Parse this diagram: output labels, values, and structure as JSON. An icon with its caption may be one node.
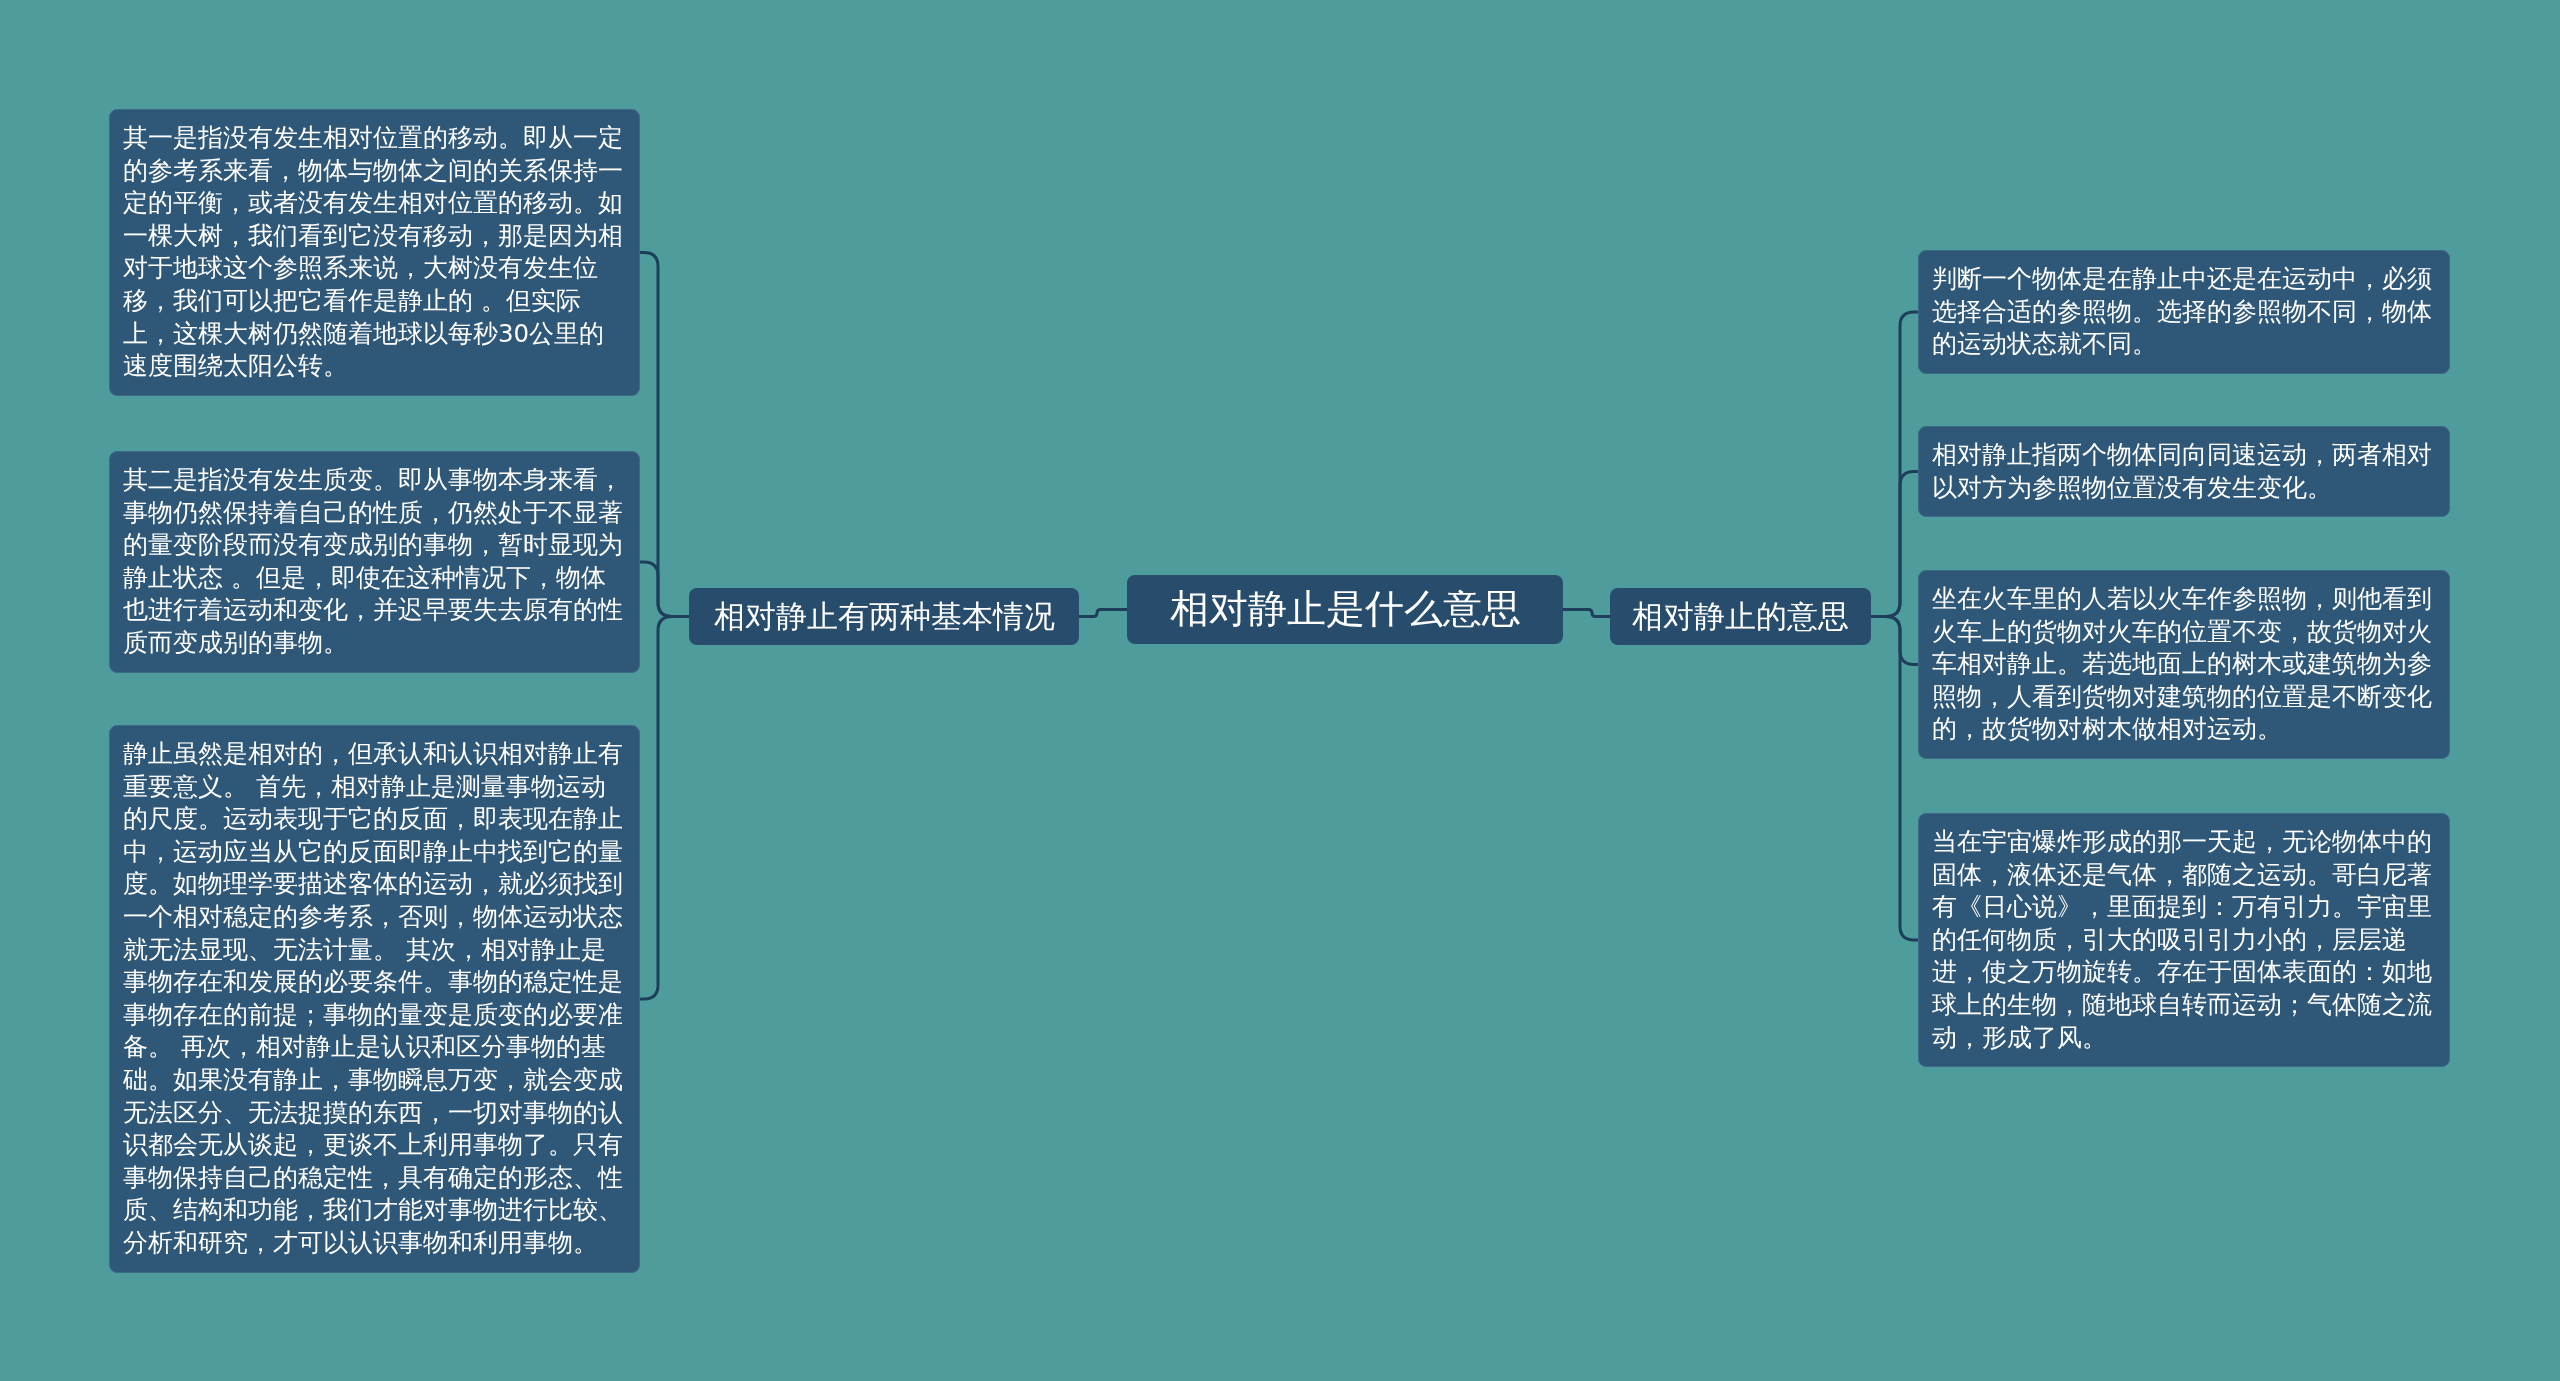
{
  "diagram": {
    "nodes": [
      {
        "text": [
          "相对静止是什么意思"
        ]
      },
      {
        "text": [
          "相对静止有两种基本情况"
        ]
      },
      {
        "text": [
          "其一是指没有发生相对位置的移动。即从一定的参考系来看，物体与物体之间的关系保持一定的平衡，或者没有发生相对位置的移动。如一棵大树，我们看到它没有移动，那是因为相对于地球这个参照系来说，大树没有发生位移，我们可以把它看作是静止的 。但实际上，这棵大树仍然随着地球以每秒30公里的速度围绕太阳公转。"
        ]
      },
      {
        "text": [
          "其二是指没有发生质变。即从事物本身来看，事物仍然保持着自己的性质，仍然处于不显著的量变阶段而没有变成别的事物，暂时显现为静止状态 。但是，即使在这种情况下，物体也进行着运动和变化，并迟早要失去原有的性质而变成别的事物。"
        ]
      },
      {
        "text": [
          "静止虽然是相对的，但承认和认识相对静止有重要意义。 首先，相对静止是测量事物运动的尺度。运动表现于它的反面，即表现在静止中，运动应当从它的反面即静止中找到它的量度。如物理学要描述客体的运动，就必须找到一个相对稳定的参考系，否则，物体运动状态就无法显现、无法计量。 其次，相对静止是事物存在和发展的必要条件。事物的稳定性是事物存在的前提；事物的量变是质变的必要准备。 再次，相对静止是认识和区分事物的基础。如果没有静止，事物瞬息万变，就会变成无法区分、无法捉摸的东西，一切对事物的认识都会无从谈起，更谈不上利用事物了。只有事物保持自己的稳定性，具有确定的形态、性质、结构和功能，我们才能对事物进行比较、分析和研究，才可以认识事物和利用事物。"
        ]
      },
      {
        "text": [
          "相对静止的意思"
        ]
      },
      {
        "text": [
          "判断一个物体是在静止中还是在运动中，必须选择合适的参照物。选择的参照物不同，物体的运动状态就不同。"
        ]
      },
      {
        "text": [
          "相对静止指两个物体同向同速运动，两者相对以对方为参照物位置没有发生变化。"
        ]
      },
      {
        "text": [
          "坐在火车里的人若以火车作参照物，则他看到火车上的货物对火车的位置不变，故货物对火车相对静止。若选地面上的树木或建筑物为参照物，人看到货物对建筑物的位置是不断变化的，故货物对树木做相对运动。"
        ]
      },
      {
        "text": [
          "当在宇宙爆炸形成的那一天起，无论物体中的固体，液体还是气体，都随之运动。哥白尼著有《日心说》，里面提到：万有引力。宇宙里的任何物质，引大的吸引引力小的，层层递进，使之万物旋转。存在于固体表面的：如地球上的生物，随地球自转而运动；气体随之流动，形成了风。"
        ]
      }
    ],
    "edges": [
      {
        "from": 0,
        "to": 1,
        "arrow": "none"
      },
      {
        "from": 1,
        "to": 2,
        "arrow": "none"
      },
      {
        "from": 1,
        "to": 3,
        "arrow": "none"
      },
      {
        "from": 1,
        "to": 4,
        "arrow": "none"
      },
      {
        "from": 0,
        "to": 5,
        "arrow": "none"
      },
      {
        "from": 5,
        "to": 6,
        "arrow": "none"
      },
      {
        "from": 5,
        "to": 7,
        "arrow": "none"
      },
      {
        "from": 5,
        "to": 8,
        "arrow": "none"
      },
      {
        "from": 5,
        "to": 9,
        "arrow": "none"
      }
    ]
  }
}
